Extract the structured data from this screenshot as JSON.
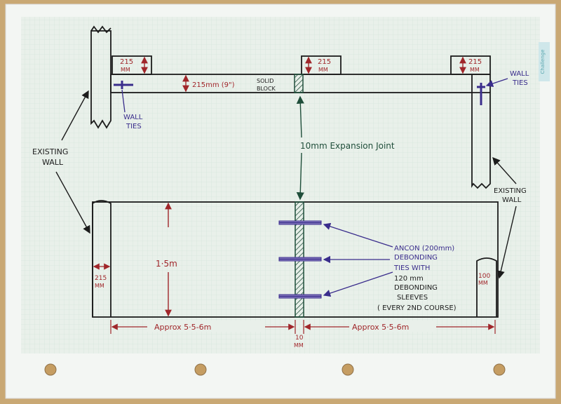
{
  "colors": {
    "paper": "#e9f0ea",
    "grid": "#bcd6c6",
    "desk": "#c9a874",
    "red_ink": "#a0262a",
    "blue_ink": "#3a2d8c",
    "green_ink": "#1f4e3a",
    "black_ink": "#1c1c1c"
  },
  "plan": {
    "pier_left": "215",
    "pier_mid": "215",
    "pier_right": "215",
    "pier_unit": "MM",
    "wall_thickness": "215mm (9\")",
    "wall_material_1": "SOLID",
    "wall_material_2": "BLOCK",
    "wall_ties_left_1": "WALL",
    "wall_ties_left_2": "TIES",
    "wall_ties_right_1": "WALL",
    "wall_ties_right_2": "TIES"
  },
  "labels": {
    "existing_wall_left_1": "EXISTING",
    "existing_wall_left_2": "WALL",
    "existing_wall_right_1": "EXISTING",
    "existing_wall_right_2": "WALL",
    "expansion_joint": "10mm Expansion Joint"
  },
  "elevation": {
    "height": "1·5m",
    "end_pier_left": "215",
    "end_pier_left_unit": "MM",
    "end_pier_right": "100",
    "end_pier_right_unit": "MM",
    "length_left": "Approx 5·5-6m",
    "length_right": "Approx 5·5-6m",
    "joint_width": "10",
    "joint_unit": "MM",
    "ties_note": [
      "ANCON (200mm)",
      "DEBONDING",
      "TIES WITH",
      "120 mm",
      "DEBONDING",
      "SLEEVES",
      "( EVERY 2ND COURSE)"
    ]
  },
  "brand": "Challenge"
}
